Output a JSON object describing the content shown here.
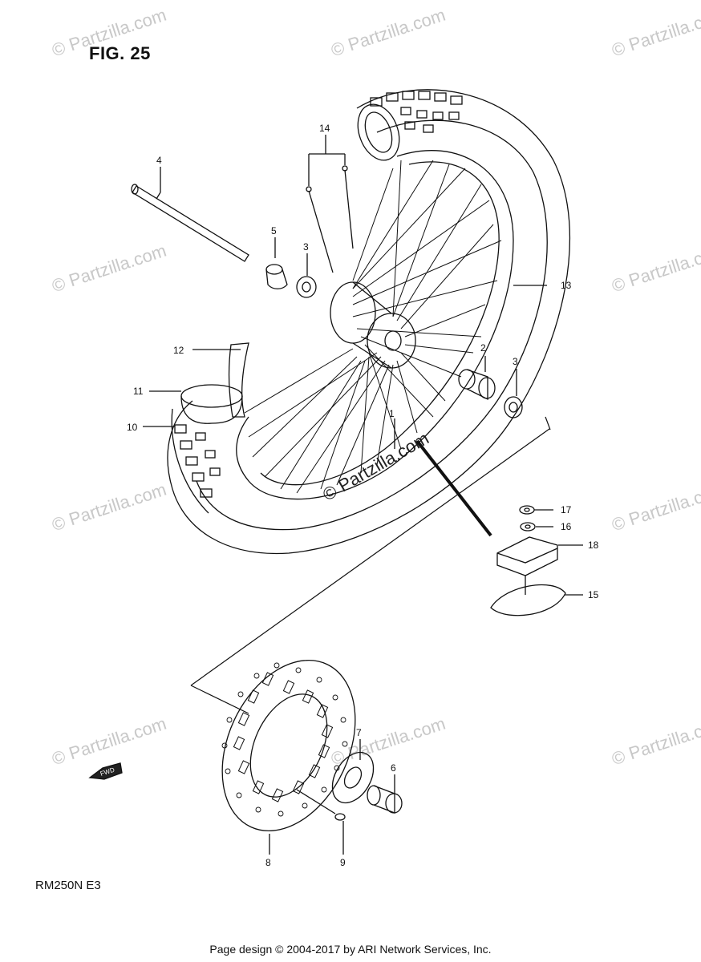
{
  "figure": {
    "title": "FIG. 25"
  },
  "model_code": "RM250N E3",
  "footer": "Page design © 2004-2017 by ARI Network Services, Inc.",
  "watermark": "© Partzilla.com",
  "fwd_label": "FWD",
  "callouts": [
    "1",
    "2",
    "3",
    "3",
    "4",
    "5",
    "6",
    "7",
    "8",
    "9",
    "10",
    "11",
    "12",
    "13",
    "14",
    "15",
    "16",
    "17",
    "18"
  ]
}
